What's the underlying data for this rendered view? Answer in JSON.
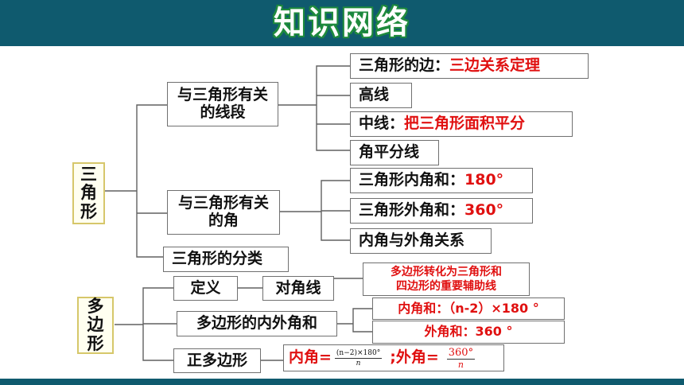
{
  "title": "知识网络",
  "triangle": {
    "root_chars": [
      "三",
      "角",
      "形"
    ],
    "segments": {
      "label": "与三角形有关的线段",
      "items": [
        {
          "label": "三角形的边：",
          "note": "三边关系定理"
        },
        {
          "label": "高线",
          "note": ""
        },
        {
          "label": "中线：",
          "note": "把三角形面积平分"
        },
        {
          "label": "角平分线",
          "note": ""
        }
      ]
    },
    "angles": {
      "label": "与三角形有关的角",
      "items": [
        {
          "label": "三角形内角和：",
          "note": "180°"
        },
        {
          "label": "三角形外角和：",
          "note": "360°"
        },
        {
          "label": "内角与外角关系",
          "note": ""
        }
      ]
    },
    "classification": "三角形的分类"
  },
  "polygon": {
    "root_chars": [
      "多",
      "边",
      "形"
    ],
    "definition": "定义",
    "diagonal": "对角线",
    "diagonal_note_line1": "多边形转化为三角形和",
    "diagonal_note_line2": "四边形的重要辅助线",
    "angle_sum_label": "多边形的内外角和",
    "interior_sum": "内角和：（n-2）×180 °",
    "exterior_sum": "外角和：360 °",
    "regular": "正多边形",
    "regular_formula": {
      "interior_label": "内角=",
      "interior_num": "(n−2)×180°",
      "interior_den": "n",
      "exterior_label": ";外角=",
      "exterior_num": "360°",
      "exterior_den": "n"
    }
  }
}
